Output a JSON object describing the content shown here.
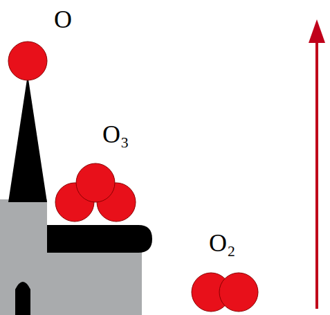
{
  "diagram": {
    "labels": [
      "O",
      "O₃",
      "O₂"
    ]
  }
}
